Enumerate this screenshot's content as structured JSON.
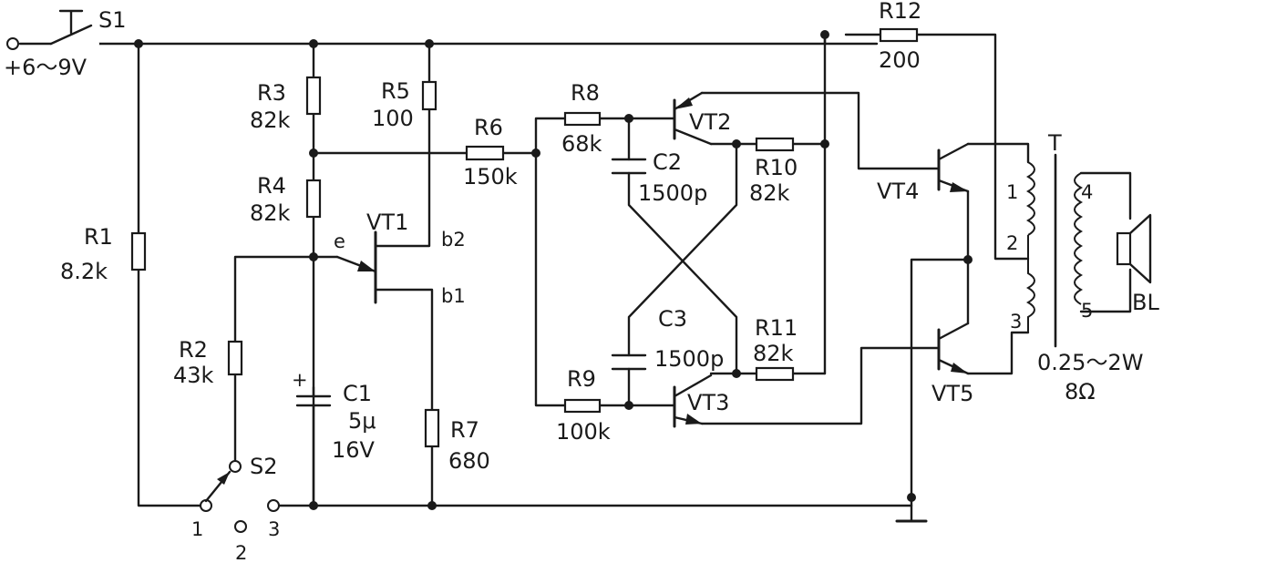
{
  "supply": {
    "label": "+6～9V"
  },
  "switch_s1": {
    "label": "S1"
  },
  "switch_s2": {
    "label": "S2",
    "pos1": "1",
    "pos2": "2",
    "pos3": "3"
  },
  "resistors": {
    "r1": {
      "name": "R1",
      "value": "8.2k"
    },
    "r2": {
      "name": "R2",
      "value": "43k"
    },
    "r3": {
      "name": "R3",
      "value": "82k"
    },
    "r4": {
      "name": "R4",
      "value": "82k"
    },
    "r5": {
      "name": "R5",
      "value": "100"
    },
    "r6": {
      "name": "R6",
      "value": "150k"
    },
    "r7": {
      "name": "R7",
      "value": "680"
    },
    "r8": {
      "name": "R8",
      "value": "68k"
    },
    "r9": {
      "name": "R9",
      "value": "100k"
    },
    "r10": {
      "name": "R10",
      "value": "82k"
    },
    "r11": {
      "name": "R11",
      "value": "82k"
    },
    "r12": {
      "name": "R12",
      "value": "200"
    }
  },
  "capacitors": {
    "c1": {
      "name": "C1",
      "value": "5μ",
      "voltage": "16V",
      "polarity": "+"
    },
    "c2": {
      "name": "C2",
      "value": "1500p"
    },
    "c3": {
      "name": "C3",
      "value": "1500p"
    }
  },
  "transistors": {
    "vt1": {
      "name": "VT1",
      "e": "e",
      "b1": "b1",
      "b2": "b2"
    },
    "vt2": {
      "name": "VT2"
    },
    "vt3": {
      "name": "VT3"
    },
    "vt4": {
      "name": "VT4"
    },
    "vt5": {
      "name": "VT5"
    }
  },
  "transformer": {
    "name": "T",
    "pin1": "1",
    "pin2": "2",
    "pin3": "3",
    "pin4": "4",
    "pin5": "5"
  },
  "speaker": {
    "name": "BL",
    "rating": "0.25～2W",
    "impedance": "8Ω"
  }
}
